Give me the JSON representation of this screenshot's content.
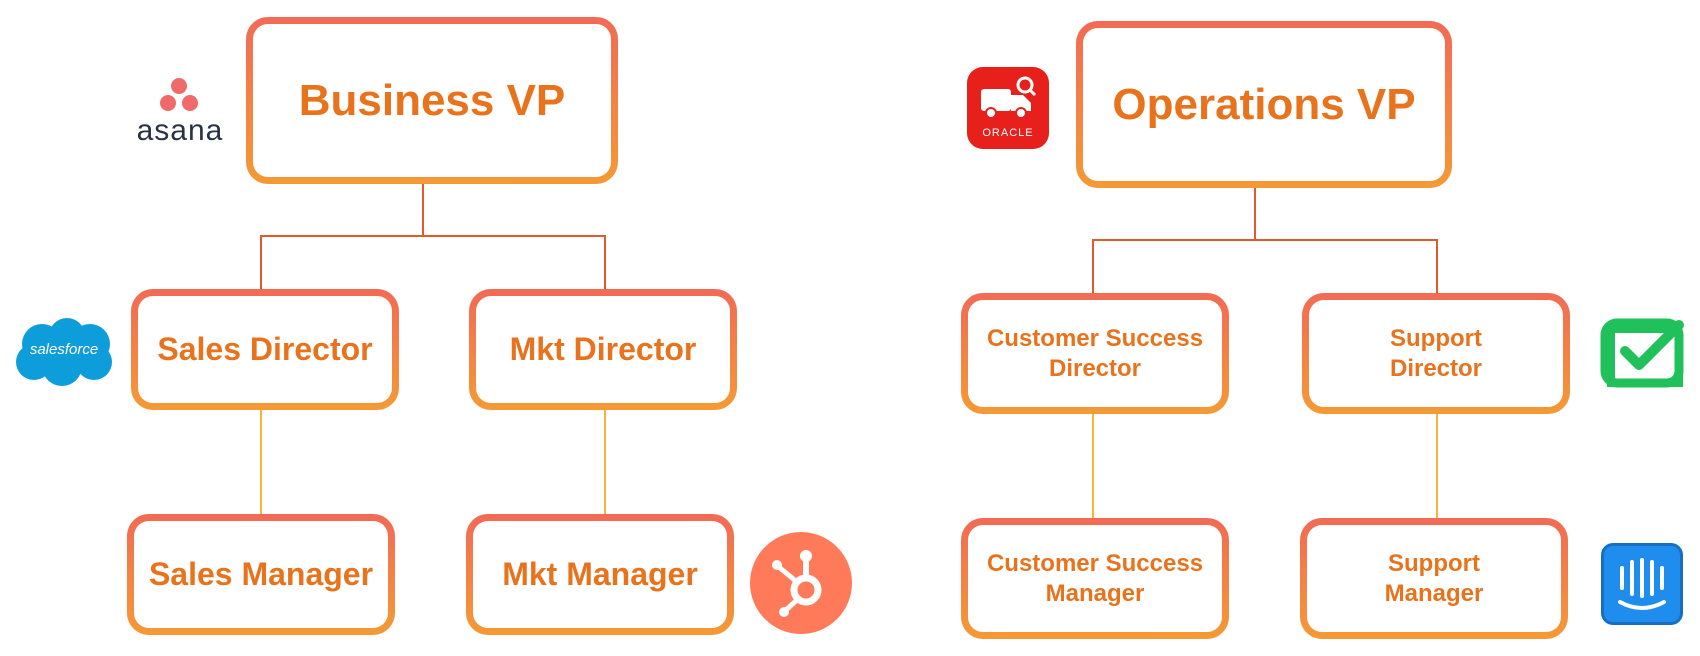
{
  "left_tree": {
    "vp": "Business VP",
    "directors": [
      "Sales Director",
      "Mkt Director"
    ],
    "managers": [
      "Sales Manager",
      "Mkt Manager"
    ]
  },
  "right_tree": {
    "vp": "Operations VP",
    "directors": [
      "Customer Success\nDirector",
      "Support\nDirector"
    ],
    "managers": [
      "Customer Success\nManager",
      "Support\nManager"
    ]
  },
  "logos": {
    "asana": "asana",
    "salesforce": "salesforce",
    "oracle": "ORACLE",
    "hubspot": "hubspot-icon",
    "checkmark": "check-icon",
    "intercom": "intercom-icon"
  },
  "colors": {
    "box_border_top": "#f26a55",
    "box_border_bottom": "#f49a34",
    "text": "#e8731c",
    "connector_main": "#e05a2c",
    "connector_vertical": "#f3b53b"
  }
}
